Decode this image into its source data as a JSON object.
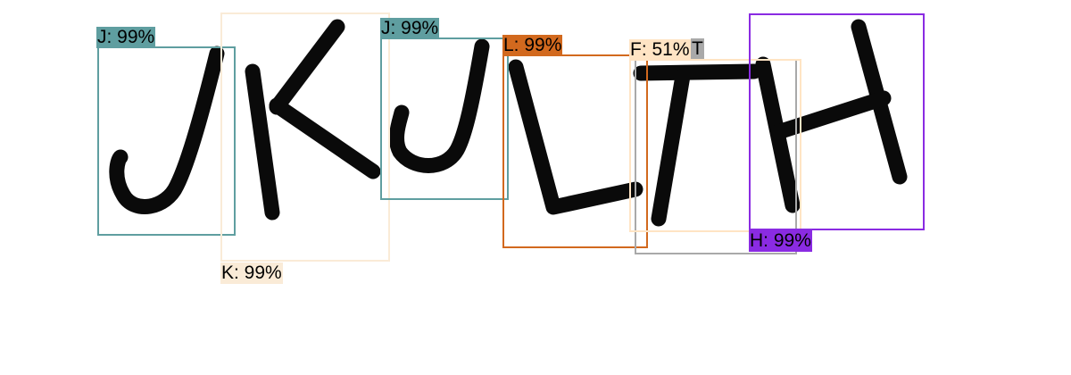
{
  "detections": [
    {
      "label": "J: 99%",
      "color": "#5f9ea0"
    },
    {
      "label": "K: 99%",
      "color": "#faebd7"
    },
    {
      "label": "J: 99%",
      "color": "#5f9ea0"
    },
    {
      "label": "L: 99%",
      "color": "#d2691e"
    },
    {
      "label": "F: 51%",
      "color": "#ffe4c4"
    },
    {
      "label": "T",
      "color": "#a9a9a9"
    },
    {
      "label": "H: 99%",
      "color": "#8a2be2"
    }
  ]
}
